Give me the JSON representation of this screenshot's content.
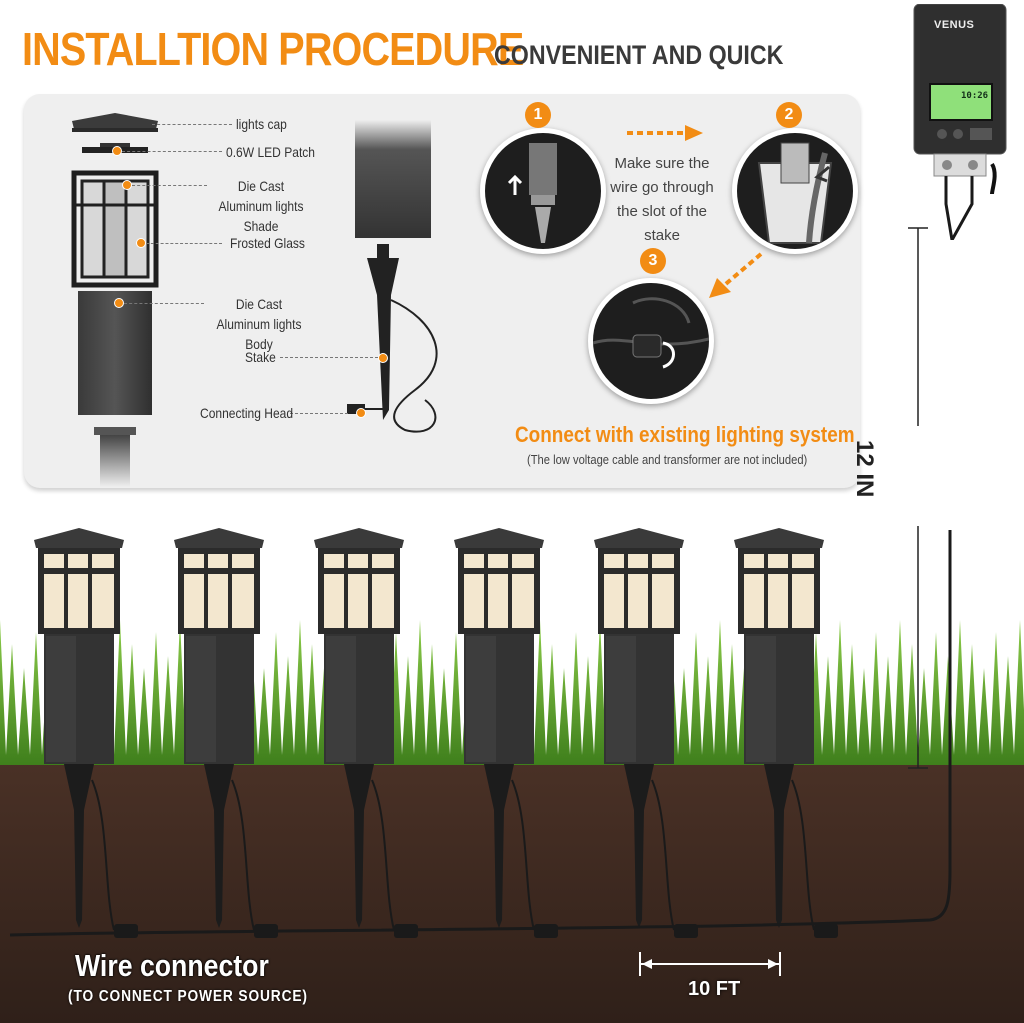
{
  "header": {
    "title": "INSTALLTION PROCEDURE",
    "subtitle": "CONVENIENT AND QUICK"
  },
  "parts": [
    {
      "label": "lights cap"
    },
    {
      "label": "0.6W LED Patch"
    },
    {
      "label": "Die Cast Aluminum lights Shade"
    },
    {
      "label": "Frosted Glass"
    },
    {
      "label": "Die Cast Aluminum lights Body"
    },
    {
      "label": "Stake"
    },
    {
      "label": "Connecting Head"
    }
  ],
  "steps": [
    {
      "number": "1"
    },
    {
      "number": "2"
    },
    {
      "number": "3"
    }
  ],
  "step_instruction": "Make sure the wire go through the slot of the stake",
  "connect": {
    "title": "Connect with existing lighting system",
    "note": "(The low voltage cable and transformer are not included)"
  },
  "scene": {
    "wire_label": "Wire connector",
    "wire_sublabel": "(TO CONNECT POWER SOURCE)",
    "spacing": "10 FT",
    "height": "12 IN",
    "light_count": 6
  },
  "transformer": {
    "brand": "VENUS",
    "display_time": "10:26"
  },
  "colors": {
    "accent": "#f28c14",
    "grass": "#5fa82c",
    "soil": "#3f2a20",
    "fixture": "#2b2b2b",
    "glass": "#f3e7cf"
  }
}
